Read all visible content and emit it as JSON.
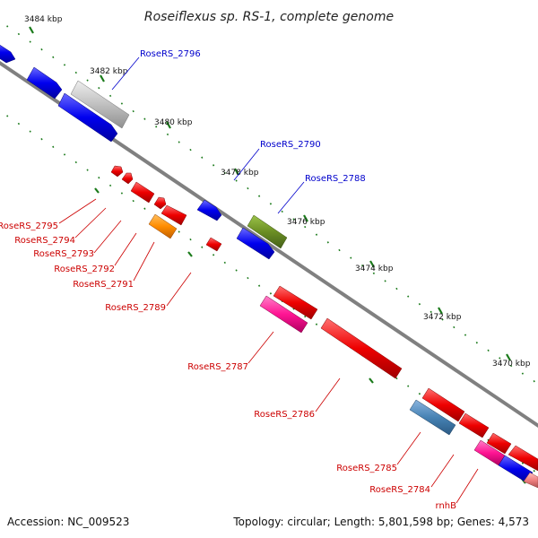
{
  "title": "Roseiflexus sp. RS-1, complete genome",
  "accession": "Accession: NC_009523",
  "topology": "Topology: circular; Length: 5,801,598 bp; Genes: 4,573",
  "colors": {
    "backbone": "#808080",
    "forward": "#0000ff",
    "reverse": "#ff0000",
    "tick": "#1a7a1a",
    "grey": "#c0c0c0",
    "olive": "#6b8e23",
    "orange": "#ff8c00",
    "pink": "#ff1493",
    "steel": "#4682b4",
    "salmon": "#f08080"
  },
  "ticks": [
    "3484 kbp",
    "3482 kbp",
    "3480 kbp",
    "3478 kbp",
    "3476 kbp",
    "3474 kbp",
    "3472 kbp",
    "3470 kbp"
  ],
  "labels": {
    "forward": [
      "RoseRS_2796",
      "RoseRS_2790",
      "RoseRS_2788"
    ],
    "reverse": [
      "RoseRS_2795",
      "RoseRS_2794",
      "RoseRS_2793",
      "RoseRS_2792",
      "RoseRS_2791",
      "RoseRS_2789",
      "RoseRS_2787",
      "RoseRS_2786",
      "RoseRS_2785",
      "RoseRS_2784",
      "rnhB"
    ]
  }
}
